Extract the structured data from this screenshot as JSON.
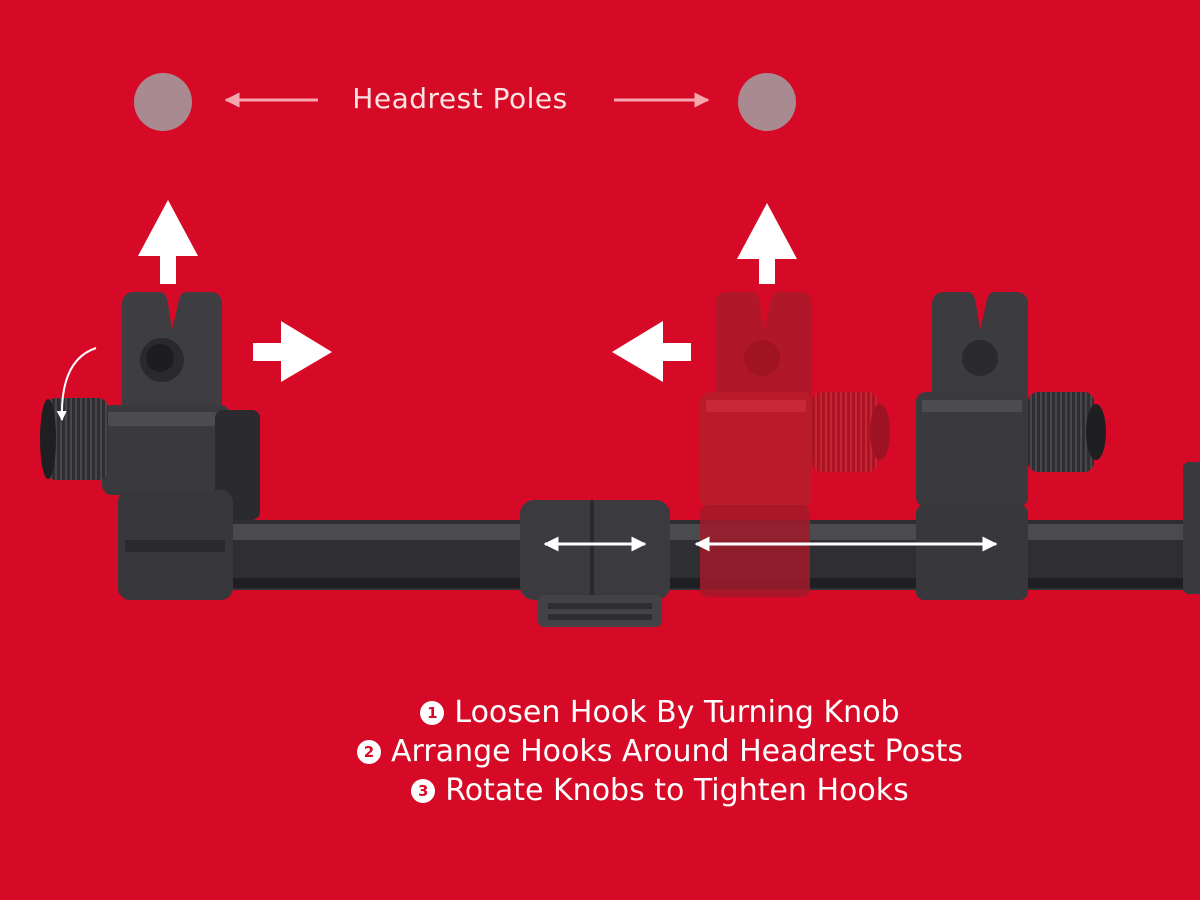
{
  "colors": {
    "background": "#d60a26",
    "hook_dark": "#3f3f43",
    "hook_highlight": "#b81d2c",
    "arrow": "#ffffff",
    "pole_marker": "#a98a91"
  },
  "headrest": {
    "label": "Headrest Poles"
  },
  "steps": [
    {
      "number": "1",
      "text": "Loosen Hook By Turning Knob"
    },
    {
      "number": "2",
      "text": "Arrange Hooks Around Headrest Posts"
    },
    {
      "number": "3",
      "text": "Rotate Knobs to Tighten Hooks"
    }
  ],
  "icons": {
    "pole": "pole-circle-icon",
    "arrow_up": "arrow-up-icon",
    "arrow_right": "arrow-right-icon",
    "arrow_left": "arrow-left-icon",
    "arrow_double": "double-arrow-icon",
    "rotate": "rotate-arrow-icon"
  }
}
